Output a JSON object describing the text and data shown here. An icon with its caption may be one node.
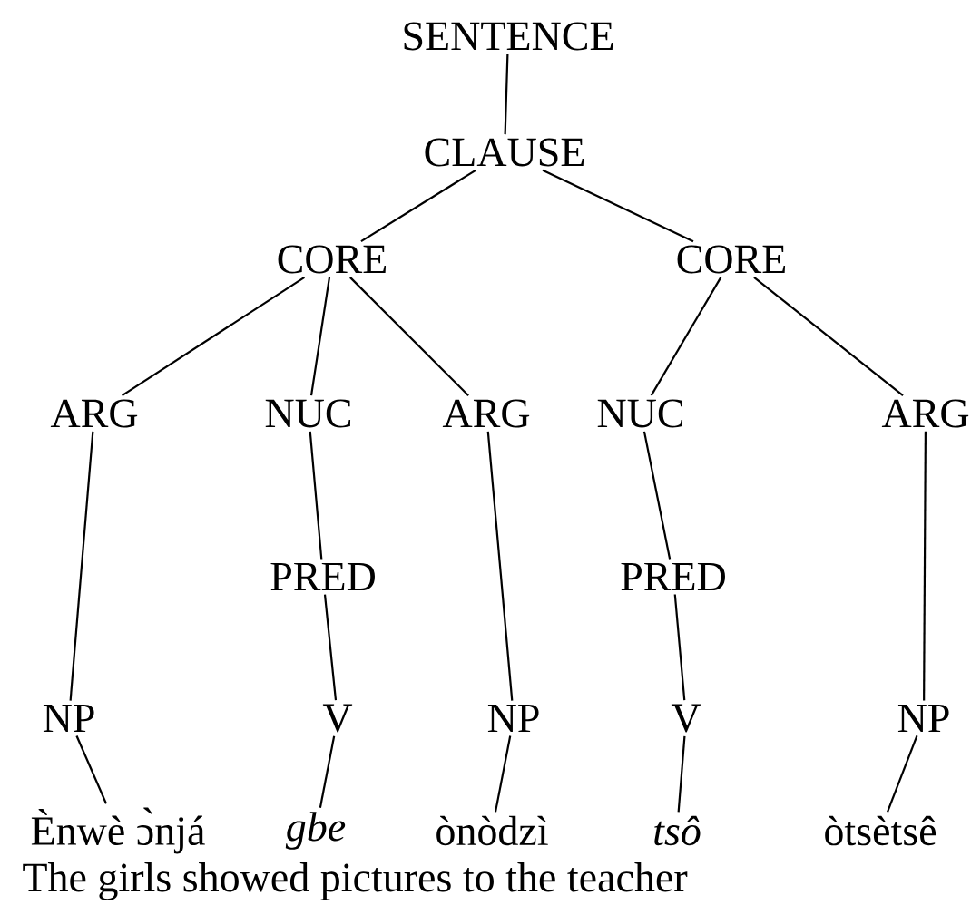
{
  "diagram": {
    "nodes": [
      {
        "text": [
          "SENTENCE"
        ]
      },
      {
        "text": [
          "CLAUSE"
        ]
      },
      {
        "text": [
          "CORE"
        ]
      },
      {
        "text": [
          "CORE"
        ]
      },
      {
        "text": [
          "ARG"
        ]
      },
      {
        "text": [
          "NUC"
        ]
      },
      {
        "text": [
          "ARG"
        ]
      },
      {
        "text": [
          "NUC"
        ]
      },
      {
        "text": [
          "ARG"
        ]
      },
      {
        "text": [
          "PRED"
        ]
      },
      {
        "text": [
          "PRED"
        ]
      },
      {
        "text": [
          "NP"
        ]
      },
      {
        "text": [
          "V"
        ]
      },
      {
        "text": [
          "NP"
        ]
      },
      {
        "text": [
          "V"
        ]
      },
      {
        "text": [
          "NP"
        ]
      },
      {
        "text": [
          "Ènwè ɔ̀njá"
        ]
      },
      {
        "text": [
          "gbe"
        ]
      },
      {
        "text": [
          "ònòdzì"
        ]
      },
      {
        "text": [
          "tsô"
        ]
      },
      {
        "text": [
          "òtsètsê"
        ]
      }
    ],
    "edges": [
      {
        "from": 0,
        "to": 1,
        "arrow": "none"
      },
      {
        "from": 1,
        "to": 2,
        "arrow": "none"
      },
      {
        "from": 1,
        "to": 3,
        "arrow": "none"
      },
      {
        "from": 2,
        "to": 4,
        "arrow": "none"
      },
      {
        "from": 2,
        "to": 5,
        "arrow": "none"
      },
      {
        "from": 2,
        "to": 6,
        "arrow": "none"
      },
      {
        "from": 3,
        "to": 7,
        "arrow": "none"
      },
      {
        "from": 3,
        "to": 8,
        "arrow": "none"
      },
      {
        "from": 4,
        "to": 11,
        "arrow": "none"
      },
      {
        "from": 5,
        "to": 9,
        "arrow": "none"
      },
      {
        "from": 9,
        "to": 12,
        "arrow": "none"
      },
      {
        "from": 6,
        "to": 13,
        "arrow": "none"
      },
      {
        "from": 7,
        "to": 10,
        "arrow": "none"
      },
      {
        "from": 10,
        "to": 14,
        "arrow": "none"
      },
      {
        "from": 8,
        "to": 15,
        "arrow": "none"
      },
      {
        "from": 11,
        "to": 16,
        "arrow": "none"
      },
      {
        "from": 12,
        "to": 17,
        "arrow": "none"
      },
      {
        "from": 13,
        "to": 18,
        "arrow": "none"
      },
      {
        "from": 14,
        "to": 19,
        "arrow": "none"
      },
      {
        "from": 15,
        "to": 20,
        "arrow": "none"
      }
    ],
    "labels": [
      "The girls showed pictures to the teacher"
    ]
  }
}
